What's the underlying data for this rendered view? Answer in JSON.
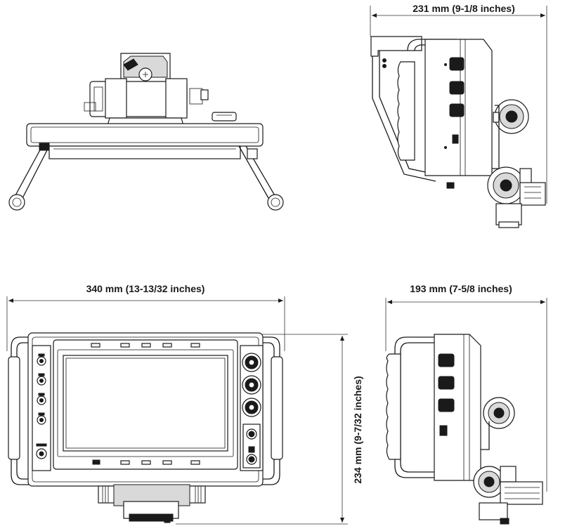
{
  "dimensions": {
    "depth_top": "231 mm (9-1/8 inches)",
    "width": "340 mm (13-13/32 inches)",
    "depth_side": "193 mm (7-5/8 inches)",
    "height": "234 mm (9-7/32 inches)"
  }
}
